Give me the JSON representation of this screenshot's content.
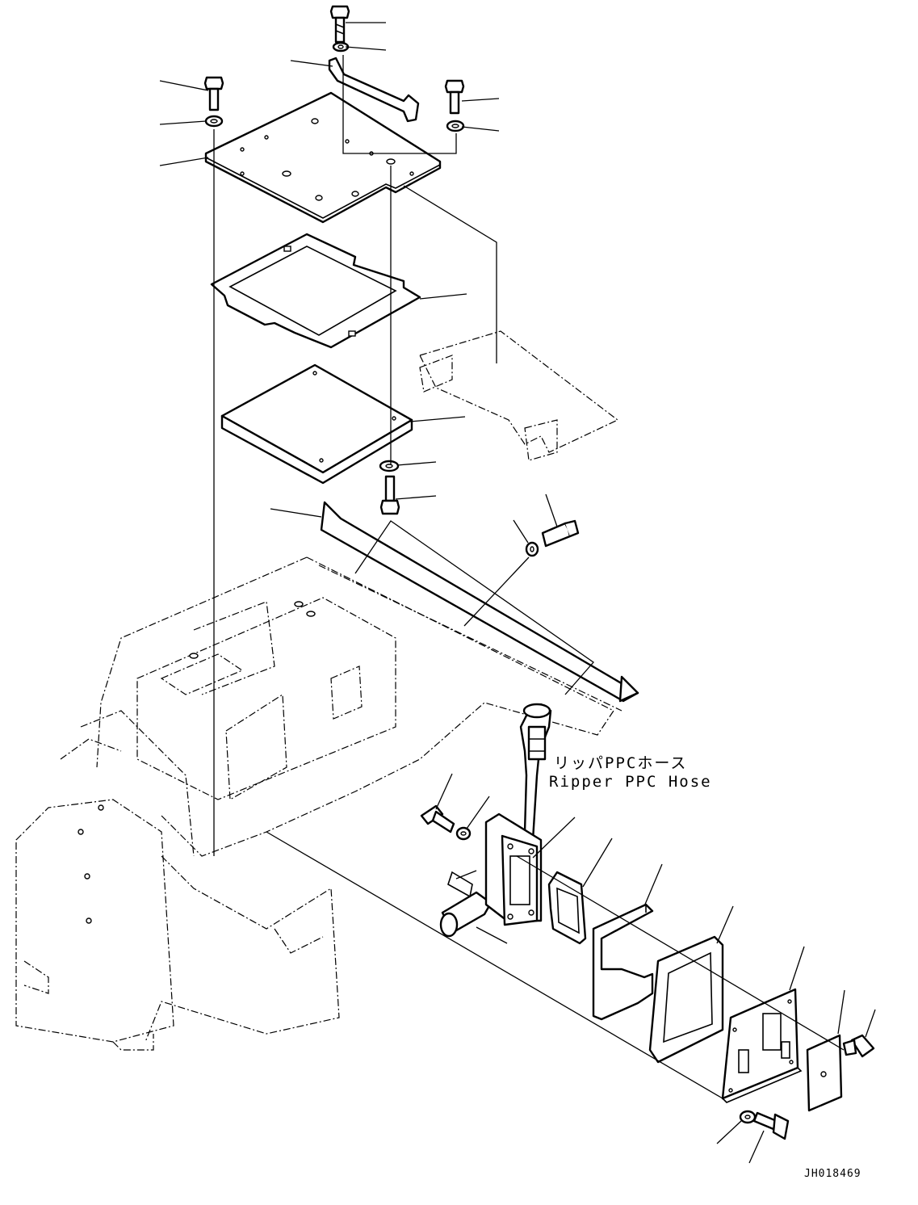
{
  "notes": {
    "hose_label_jp": "リッパPPCホース",
    "hose_label_en": "Ripper PPC Hose"
  },
  "drawing_number": "JH018469"
}
